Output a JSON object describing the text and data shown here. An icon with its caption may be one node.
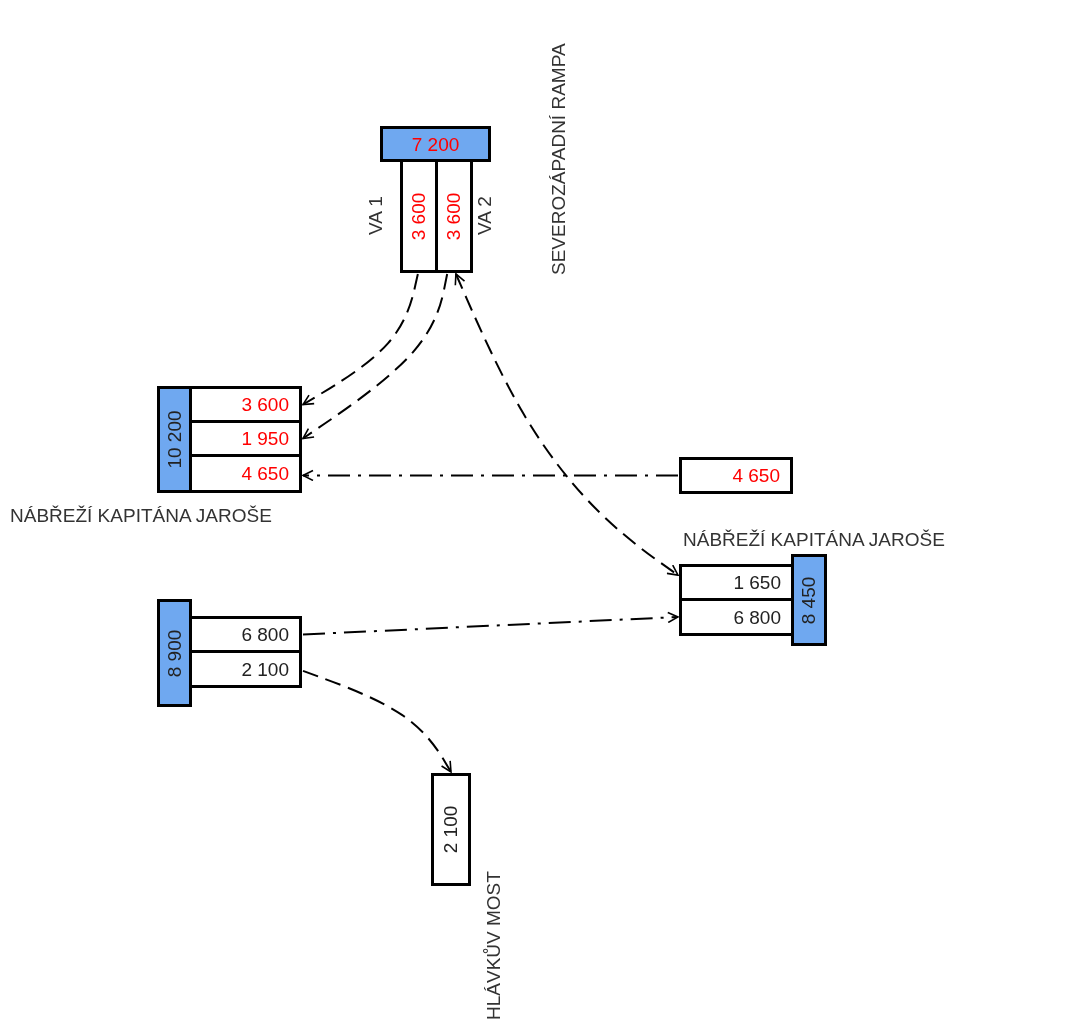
{
  "diagram": {
    "nodes": [
      {
        "text": [
          "7 200"
        ]
      },
      {
        "text": [
          "3 600"
        ],
        "beside": [
          "VA 1"
        ]
      },
      {
        "text": [
          "3 600"
        ],
        "beside": [
          "VA 2"
        ]
      },
      {
        "text": [
          "10 200"
        ]
      },
      {
        "text": [
          "3 600"
        ]
      },
      {
        "text": [
          "1 950"
        ]
      },
      {
        "text": [
          "4 650"
        ]
      },
      {
        "text": [
          "4 650"
        ]
      },
      {
        "text": [
          "1 650"
        ]
      },
      {
        "text": [
          "6 800"
        ]
      },
      {
        "text": [
          "8 450"
        ]
      },
      {
        "text": [
          "8 900"
        ]
      },
      {
        "text": [
          "6 800"
        ]
      },
      {
        "text": [
          "2 100"
        ]
      },
      {
        "text": [
          "2 100"
        ]
      }
    ],
    "edges": [
      {
        "from": 1,
        "to": 4,
        "arrow": "to",
        "style": "dashed"
      },
      {
        "from": 2,
        "to": 5,
        "arrow": "to",
        "style": "dashed"
      },
      {
        "from": 2,
        "to": 8,
        "arrow": "both",
        "style": "dashed"
      },
      {
        "from": 7,
        "to": 6,
        "arrow": "to",
        "style": "dashed"
      },
      {
        "from": 12,
        "to": 9,
        "arrow": "to",
        "style": "dashed"
      },
      {
        "from": 13,
        "to": 14,
        "arrow": "to",
        "style": "dashed"
      }
    ],
    "labels": [
      "SEVEROZÁPADNÍ RAMPA",
      "NÁBŘEŽÍ KAPITÁNA JAROŠE",
      "NÁBŘEŽÍ KAPITÁNA JAROŠE",
      "HLÁVKŮV MOST"
    ]
  }
}
